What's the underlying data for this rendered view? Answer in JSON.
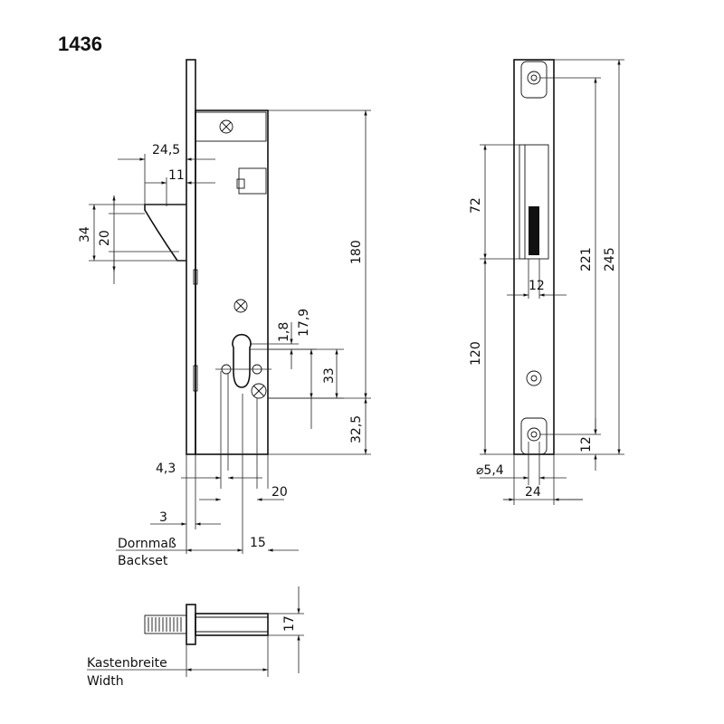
{
  "title": "1436",
  "dimensions": {
    "d_24_5": "24,5",
    "d_11": "11",
    "d_34": "34",
    "d_20_latch": "20",
    "d_180": "180",
    "d_1_8": "1,8",
    "d_17_9": "17,9",
    "d_33": "33",
    "d_32_5": "32,5",
    "d_4_3": "4,3",
    "d_20_bottom": "20",
    "d_3": "3",
    "d_15": "15",
    "d_72": "72",
    "d_12_mid": "12",
    "d_221": "221",
    "d_245": "245",
    "d_120": "120",
    "d_12_bot": "12",
    "d_dia_5_4": "⌀5,4",
    "d_24": "24",
    "d_17": "17"
  },
  "labels": {
    "backset_de": "Dornmaß",
    "backset_en": "Backset",
    "width_de": "Kastenbreite",
    "width_en": "Width"
  }
}
